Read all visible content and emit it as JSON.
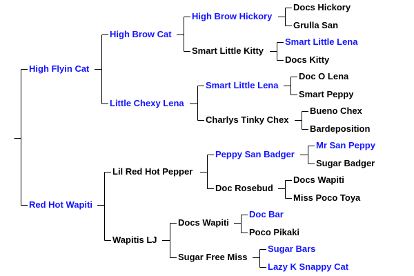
{
  "pedigree": {
    "sire": {
      "name": "High Flyin Cat",
      "registered_link": true,
      "sire": {
        "name": "High Brow Cat",
        "registered_link": true,
        "sire": {
          "name": "High Brow Hickory",
          "registered_link": true,
          "sire": {
            "name": "Docs Hickory",
            "registered_link": false
          },
          "dam": {
            "name": "Grulla San",
            "registered_link": false
          }
        },
        "dam": {
          "name": "Smart Little Kitty",
          "registered_link": false,
          "sire": {
            "name": "Smart Little Lena",
            "registered_link": true
          },
          "dam": {
            "name": "Docs Kitty",
            "registered_link": false
          }
        }
      },
      "dam": {
        "name": "Little Chexy Lena",
        "registered_link": true,
        "sire": {
          "name": "Smart Little Lena",
          "registered_link": true,
          "sire": {
            "name": "Doc O Lena",
            "registered_link": false
          },
          "dam": {
            "name": "Smart Peppy",
            "registered_link": false
          }
        },
        "dam": {
          "name": "Charlys Tinky Chex",
          "registered_link": false,
          "sire": {
            "name": "Bueno Chex",
            "registered_link": false
          },
          "dam": {
            "name": "Bardeposition",
            "registered_link": false
          }
        }
      }
    },
    "dam": {
      "name": "Red Hot Wapiti",
      "registered_link": true,
      "sire": {
        "name": "Lil Red Hot Pepper",
        "registered_link": false,
        "sire": {
          "name": "Peppy San Badger",
          "registered_link": true,
          "sire": {
            "name": "Mr San Peppy",
            "registered_link": true
          },
          "dam": {
            "name": "Sugar Badger",
            "registered_link": false
          }
        },
        "dam": {
          "name": "Doc Rosebud",
          "registered_link": false,
          "sire": {
            "name": "Docs Wapiti",
            "registered_link": false
          },
          "dam": {
            "name": "Miss Poco Toya",
            "registered_link": false
          }
        }
      },
      "dam": {
        "name": "Wapitis LJ",
        "registered_link": false,
        "sire": {
          "name": "Docs Wapiti",
          "registered_link": false,
          "sire": {
            "name": "Doc Bar",
            "registered_link": true
          },
          "dam": {
            "name": "Poco Pikaki",
            "registered_link": false
          }
        },
        "dam": {
          "name": "Sugar Free Miss",
          "registered_link": false,
          "sire": {
            "name": "Sugar Bars",
            "registered_link": true
          },
          "dam": {
            "name": "Lazy K Snappy Cat",
            "registered_link": true
          }
        }
      }
    }
  },
  "colors": {
    "link": "#1414ff",
    "text": "#000000",
    "line": "#000000"
  }
}
